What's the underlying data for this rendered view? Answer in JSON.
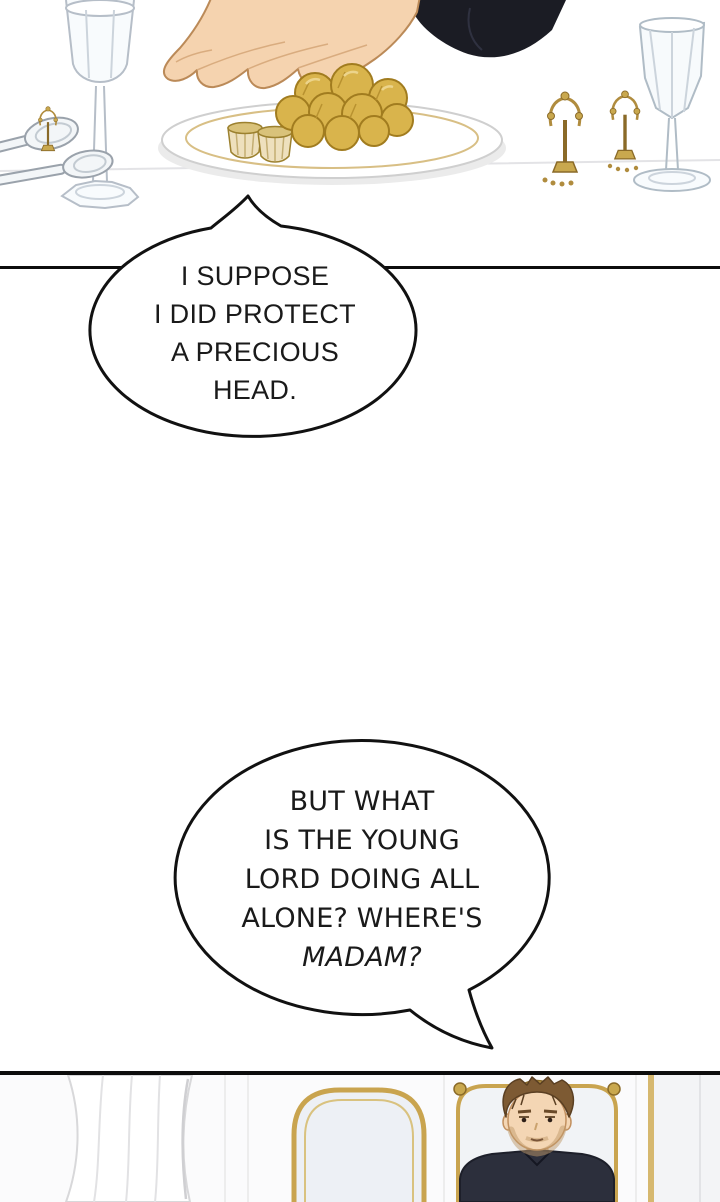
{
  "page": {
    "bubble1": {
      "lines": [
        "I SUPPOSE",
        "I DID PROTECT",
        "A PRECIOUS",
        "HEAD."
      ]
    },
    "bubble2": {
      "lines": [
        "BUT WHAT",
        "IS THE YOUNG",
        "LORD DOING ALL",
        "ALONE? WHERE'S",
        "MADAM?"
      ]
    },
    "colors": {
      "panel_border": "#0d0d0d",
      "bubble_outline": "#111111",
      "food_gold": "#d9b44c",
      "plate_rim_gold": "#d8bf85",
      "cutlery_gold": "#c9a84e",
      "hand_skin": "#f5d3af",
      "sleeve_dark": "#1b1c24",
      "glass_line": "#b6bec8",
      "hair_brown": "#7d5a33",
      "face_skin": "#f4d6b4",
      "shirt_dark": "#2c2f3c",
      "chair_gold": "#c9a44f",
      "upholstery": "#edf0f5"
    }
  }
}
